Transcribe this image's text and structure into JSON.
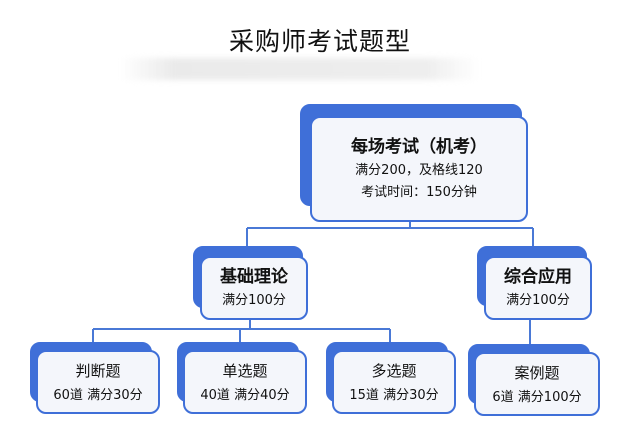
{
  "title": "采购师考试题型",
  "root": {
    "label": "每场考试（机考）",
    "line1": "满分200，及格线120",
    "line2": "考试时间：150分钟"
  },
  "branches": [
    {
      "label": "基础理论",
      "score": "满分100分"
    },
    {
      "label": "综合应用",
      "score": "满分100分"
    }
  ],
  "leaves": [
    {
      "label": "判断题",
      "detail": "60道  满分30分"
    },
    {
      "label": "单选题",
      "detail": "40道  满分40分"
    },
    {
      "label": "多选题",
      "detail": "15道  满分30分"
    },
    {
      "label": "案例题",
      "detail": "6道  满分100分"
    }
  ],
  "colors": {
    "accent": "#3f6fd8",
    "box_fill": "#f4f6fb",
    "connector": "#4a79d6"
  }
}
